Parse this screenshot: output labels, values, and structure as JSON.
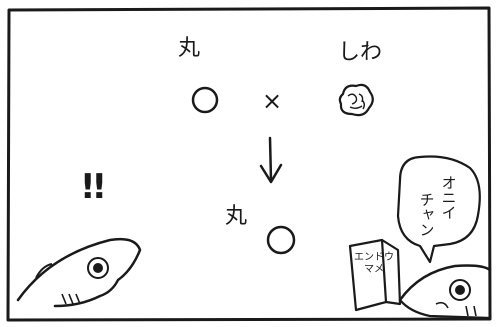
{
  "panel": {
    "label_top_left": "丸",
    "label_top_right": "しわ",
    "operator": "×",
    "result_label": "丸",
    "exclamation": "!!",
    "speech_bubble": {
      "line1": "オニイ",
      "line2": "チャン"
    },
    "book_title": {
      "line1": "エンドウ",
      "line2": "マメ"
    }
  },
  "colors": {
    "ink": "#1a1a1a",
    "paper": "#ffffff"
  }
}
